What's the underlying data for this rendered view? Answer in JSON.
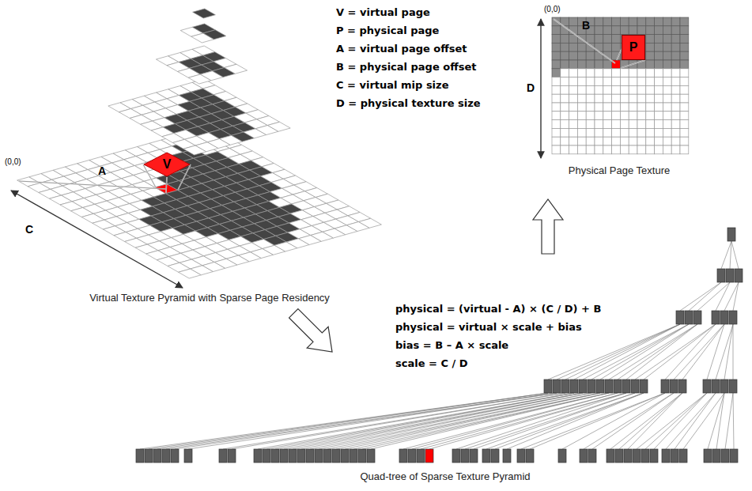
{
  "diagram": {
    "nodes": [
      {
        "text": [
          "V"
        ]
      },
      {
        "text": [
          "P"
        ]
      }
    ],
    "labels": [
      "V = virtual page",
      "P = physical page",
      "A = virtual page offset",
      "B = physical page offset",
      "C = virtual mip size",
      "D = physical texture size",
      "(0,0)",
      "A",
      "C",
      "Virtual Texture Pyramid with Sparse Page Residency",
      "(0,0)",
      "B",
      "D",
      "Physical Page Texture",
      "physical = (virtual - A) × (C / D) + B",
      "physical = virtual × scale + bias",
      "bias = B – A × scale",
      "scale = C / D",
      "Quad-tree of Sparse Texture Pyramid"
    ]
  }
}
